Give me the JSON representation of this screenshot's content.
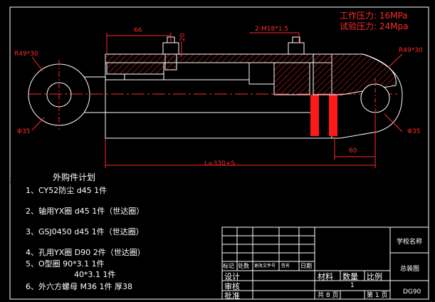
{
  "specs": {
    "work_pressure": "工作压力: 16MPa",
    "test_pressure": "试验压力: 24Mpa"
  },
  "dims": {
    "d66": "66",
    "d20": "20",
    "thread": "2-M18*1.5",
    "r_left": "R49*30",
    "r_right": "R49*30",
    "phi_left": "Φ35",
    "phi_right": "Φ35",
    "d60": "60",
    "length": "L=330+S"
  },
  "parts": {
    "title": "外购件计划",
    "rows": [
      "1、CY52防尘   d45    1件",
      "2、轴用YX圈    d45    1件（世达圈）",
      "3、GSJ0450    d45    1件（世达圈）",
      "4、孔用YX圈   D90   2件（世达圈）",
      "5、O型圈   90*3.1      1件",
      "40*3.1      1件",
      "6、外六方螺母  M36   1件   厚38"
    ]
  },
  "titleblock": {
    "school": "学校名称",
    "assembly": "总装图",
    "code": "DG90",
    "rev_headers": [
      "标记",
      "处数",
      "更改文件号",
      "签名",
      "日期"
    ],
    "design": "设计",
    "review": "审核",
    "approve": "批准",
    "material": "材料",
    "quantity": "数量",
    "scale": "比例",
    "qty_value": "1",
    "total_pages": "共 8 页",
    "page_no": "第 1 页"
  }
}
